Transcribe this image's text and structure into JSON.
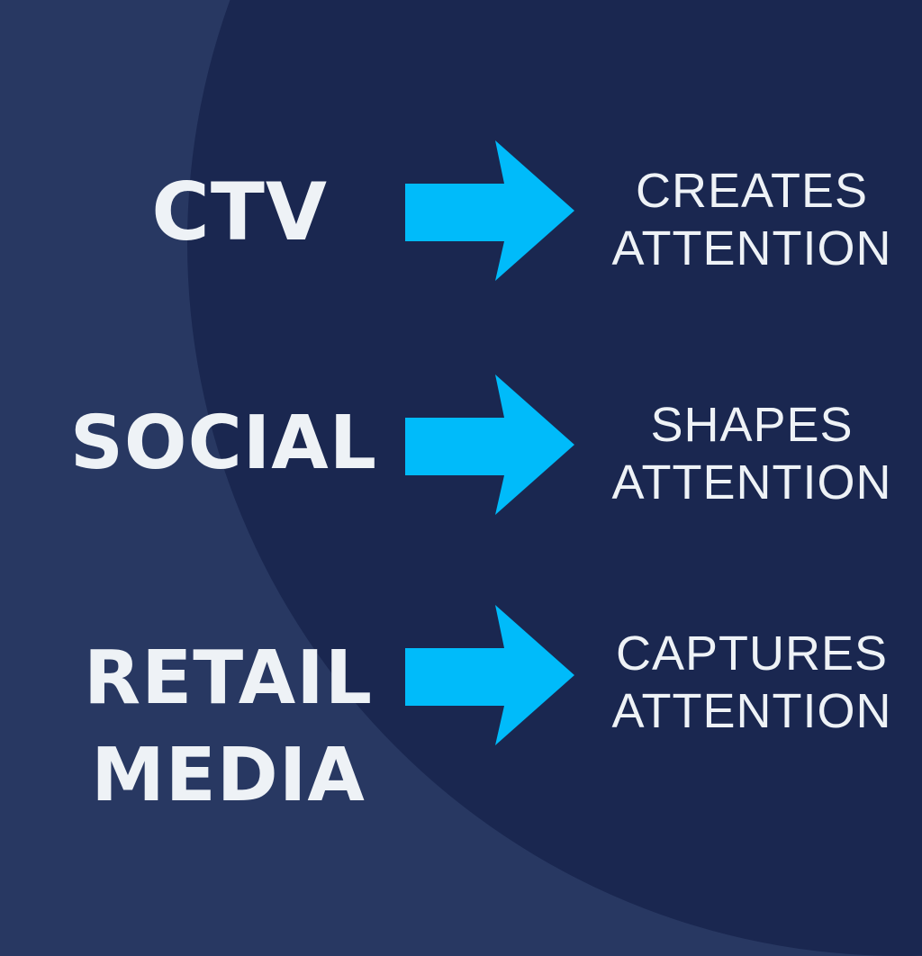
{
  "colors": {
    "background": "#283862",
    "circle": "#1a2750",
    "arrow": "#00bbfa",
    "text": "#eef2f6"
  },
  "rows": [
    {
      "left": "CTV",
      "arrow_icon": "right-arrow-icon",
      "right_line1": "CREATES",
      "right_line2": "ATTENTION"
    },
    {
      "left": "SOCIAL",
      "arrow_icon": "right-arrow-icon",
      "right_line1": "SHAPES",
      "right_line2": "ATTENTION"
    },
    {
      "left_line1": "RETAIL",
      "left_line2": "MEDIA",
      "arrow_icon": "right-arrow-icon",
      "right_line1": "CAPTURES",
      "right_line2": "ATTENTION"
    }
  ]
}
